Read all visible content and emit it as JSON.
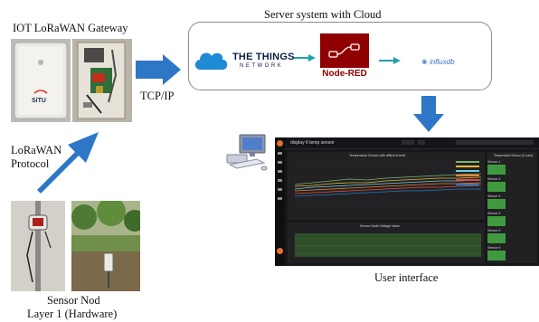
{
  "labels": {
    "gateway": "IOT LoRaWAN Gateway",
    "server": "Server system with Cloud",
    "tcpip": "TCP/IP",
    "lorawan_line1": "LoRaWAN",
    "lorawan_line2": "Protocol",
    "sensor_line1": "Sensor Nod",
    "sensor_line2": "Layer 1 (Hardware)",
    "user_interface": "User interface"
  },
  "gateway_device": {
    "brand": "SiTU"
  },
  "server": {
    "ttn_line1": "THE THINGS",
    "ttn_line2": "NETWORK",
    "nodered": "Node-RED",
    "influx": "influxdb"
  },
  "dashboard": {
    "title": "display 6 temp sensor",
    "panel_top": "Temperature Sensor with different level",
    "panel_bottom": "Sensor Node Voltage Value",
    "panel_right": "Temperature Sensor (G-card)",
    "sensors": [
      "Sensor 1",
      "Sensor 2",
      "Sensor 3",
      "Sensor 4",
      "Sensor 5",
      "Sensor 6"
    ],
    "colors": {
      "green": "#3f9a3f",
      "bg": "#161719",
      "panel": "#212124"
    }
  },
  "colors": {
    "arrow_blue": "#2d77c6",
    "ttn_blue": "#1f8ad6",
    "nodered_red": "#8f0000"
  }
}
